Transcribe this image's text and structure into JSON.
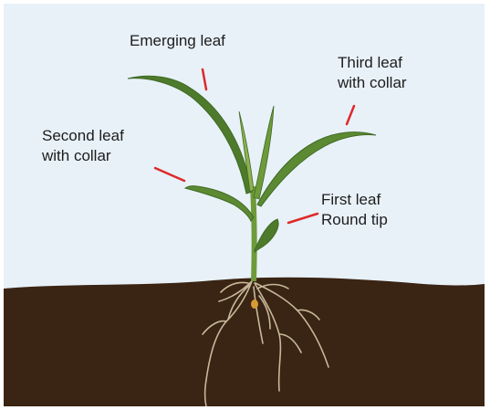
{
  "labels": {
    "emerging_leaf": [
      "Emerging leaf"
    ],
    "third_leaf": [
      "Third leaf",
      "with collar"
    ],
    "second_leaf": [
      "Second leaf",
      "with collar"
    ],
    "first_leaf": [
      "First leaf",
      "Round tip"
    ]
  },
  "colors": {
    "sky": "#e8f1f8",
    "soil": "#3a2414",
    "leaf_dark": "#3e6a24",
    "leaf_light": "#8fb04e",
    "stem": "#6e9a3a",
    "pointer": "#dd2a2a",
    "root": "#c8b89a",
    "seed": "#d89a36"
  }
}
